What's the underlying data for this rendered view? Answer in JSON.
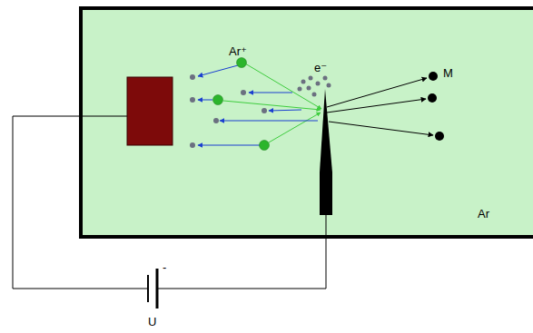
{
  "diagram": {
    "labels": [
      "Ar⁺",
      "e⁻",
      "M",
      "Ar",
      "-",
      "U"
    ]
  }
}
